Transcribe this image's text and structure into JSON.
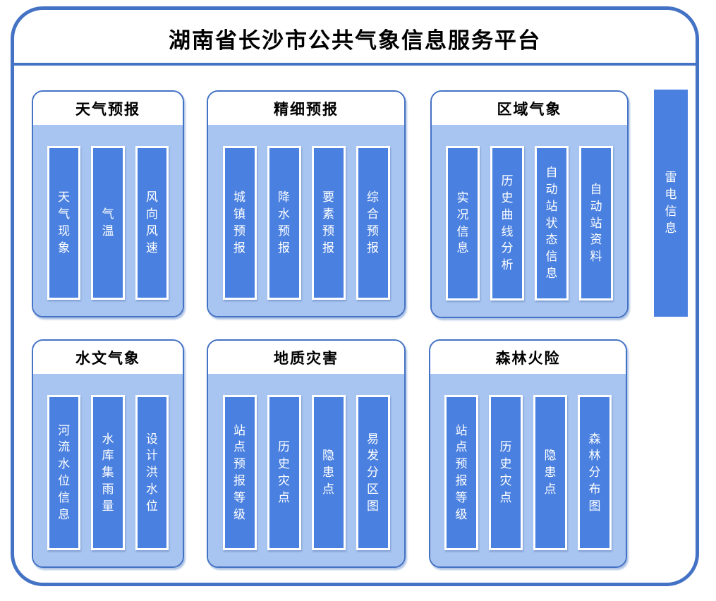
{
  "title": "湖南省长沙市公共气象信息服务平台",
  "colors": {
    "frame_border": "#4472C4",
    "panel_body": "#A8C4F0",
    "bar_fill": "#4A80E0",
    "bar_text": "#FFFFFF",
    "title_text": "#000000"
  },
  "panels": [
    {
      "title": "天气预报",
      "items": [
        "天气现象",
        "气温",
        "风向风速"
      ]
    },
    {
      "title": "精细预报",
      "items": [
        "城镇预报",
        "降水预报",
        "要素预报",
        "综合预报"
      ]
    },
    {
      "title": "区域气象",
      "items": [
        "实况信息",
        "历史曲线分析",
        "自动站状态信息",
        "自动站资料"
      ]
    },
    {
      "title": "水文气象",
      "items": [
        "河流水位信息",
        "水库集雨量",
        "设计洪水位"
      ]
    },
    {
      "title": "地质灾害",
      "items": [
        "站点预报等级",
        "历史灾点",
        "隐患点",
        "易发分区图"
      ]
    },
    {
      "title": "森林火险",
      "items": [
        "站点预报等级",
        "历史灾点",
        "隐患点",
        "森林分布图"
      ]
    }
  ],
  "side_rail": {
    "label": "雷电信息"
  }
}
